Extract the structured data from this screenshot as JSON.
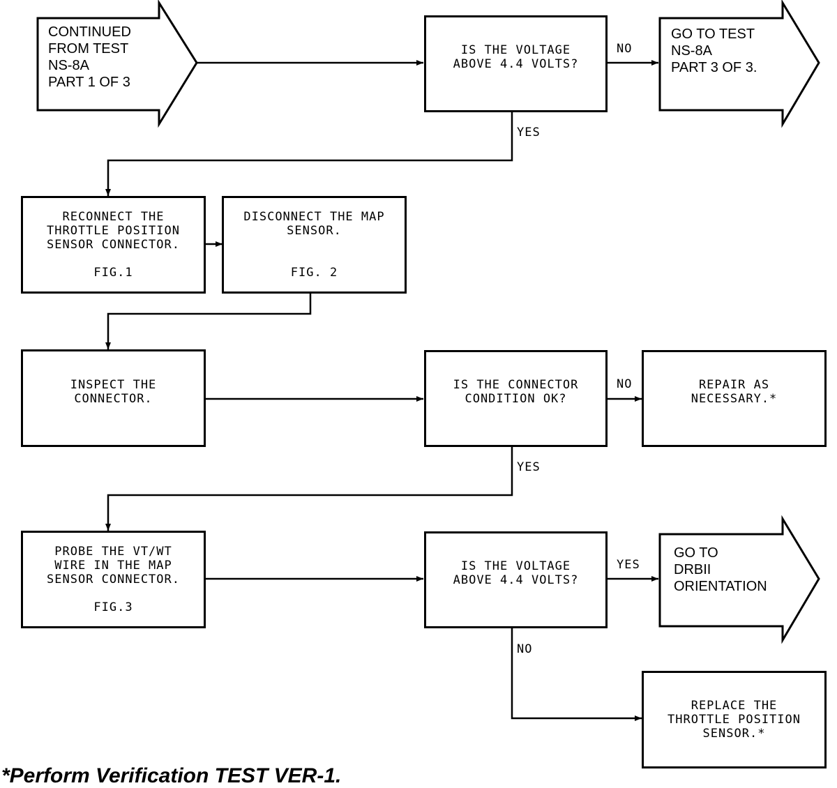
{
  "start": {
    "text": "CONTINUED\nFROM TEST\nNS-8A\nPART 1 OF 3"
  },
  "q_voltage_1": {
    "text": "IS THE VOLTAGE\nABOVE 4.4 VOLTS?"
  },
  "goto_part3": {
    "text": "GO TO TEST\nNS-8A\nPART 3 OF 3."
  },
  "reconnect_tps": {
    "text": "RECONNECT THE\nTHROTTLE POSITION\nSENSOR CONNECTOR.",
    "fig": "FIG.1"
  },
  "disconnect_map": {
    "text": "DISCONNECT THE MAP\nSENSOR.",
    "fig": "FIG. 2"
  },
  "inspect_connector": {
    "text": "INSPECT THE\nCONNECTOR."
  },
  "q_connector_ok": {
    "text": "IS THE CONNECTOR\nCONDITION OK?"
  },
  "repair": {
    "text": "REPAIR AS\nNECESSARY.*"
  },
  "probe_wire": {
    "text": "PROBE THE VT/WT\nWIRE IN THE MAP\nSENSOR CONNECTOR.",
    "fig": "FIG.3"
  },
  "q_voltage_2": {
    "text": "IS THE VOLTAGE\nABOVE 4.4 VOLTS?"
  },
  "goto_drbii": {
    "text": "GO TO\nDRBII\nORIENTATION"
  },
  "replace_tps": {
    "text": "REPLACE THE\nTHROTTLE POSITION\nSENSOR.*"
  },
  "labels": {
    "q1_no": "NO",
    "q1_yes": "YES",
    "q2_no": "NO",
    "q2_yes": "YES",
    "q3_yes": "YES",
    "q3_no": "NO"
  },
  "footnote": "*Perform Verification TEST VER-1."
}
